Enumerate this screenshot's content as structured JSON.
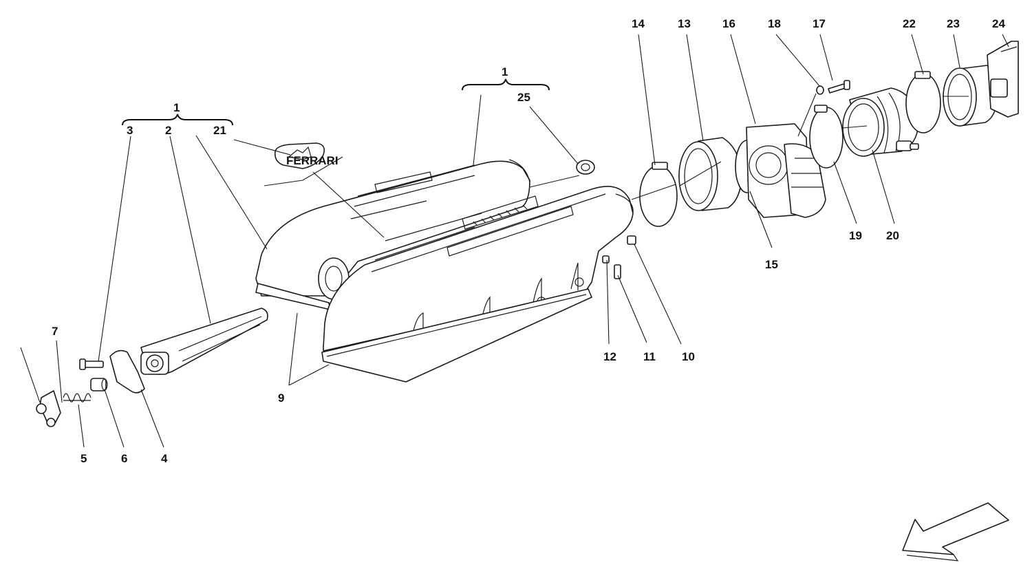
{
  "diagram": {
    "callouts": {
      "c1a": "1",
      "c1b": "1",
      "c2": "2",
      "c3": "3",
      "c4": "4",
      "c5": "5",
      "c6": "6",
      "c7": "7",
      "c9": "9",
      "c10": "10",
      "c11": "11",
      "c12": "12",
      "c13": "13",
      "c14": "14",
      "c15": "15",
      "c16": "16",
      "c17": "17",
      "c18": "18",
      "c19": "19",
      "c20": "20",
      "c21": "21",
      "c22": "22",
      "c23": "23",
      "c24": "24",
      "c25": "25"
    },
    "badge_text": "FERRARI",
    "direction_icon": "arrow-icon"
  }
}
